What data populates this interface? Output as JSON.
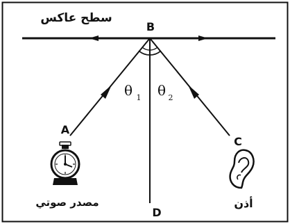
{
  "surface_label": "سطح عاكس",
  "points": {
    "a": "A",
    "b": "B",
    "c": "C",
    "d": "D"
  },
  "angles": {
    "incidence": "θ",
    "incidence_sub": "1",
    "reflection": "θ",
    "reflection_sub": "2"
  },
  "source_label": "مصدر صوتي",
  "ear_label": "أذن",
  "icons": {
    "source": "stopwatch-icon",
    "receiver": "ear-icon"
  },
  "colors": {
    "ink": "#111111",
    "background": "#ffffff"
  }
}
